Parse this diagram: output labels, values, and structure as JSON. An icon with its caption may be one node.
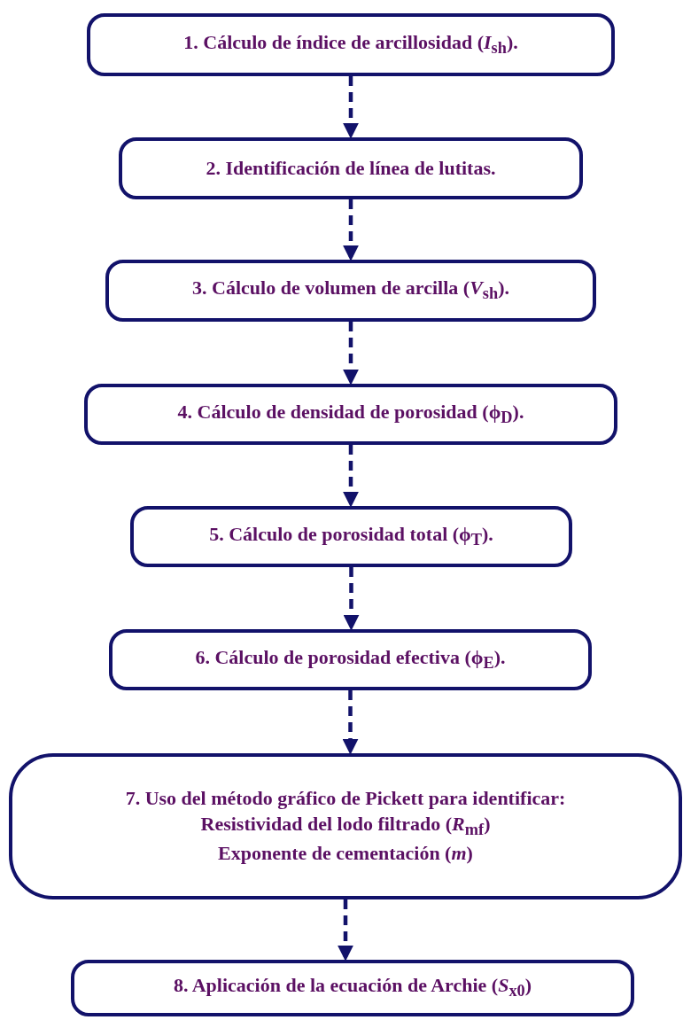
{
  "diagram": {
    "nodes": [
      {
        "text": [
          "1. Cálculo de índice de arcillosidad (*I*$_{sh}$)."
        ]
      },
      {
        "text": [
          "2. Identificación de línea de lutitas."
        ]
      },
      {
        "text": [
          "3. Cálculo de volumen de arcilla (*V*$_{sh}$)."
        ]
      },
      {
        "text": [
          "4. Cálculo de densidad de porosidad (ϕ$_{D}$)."
        ]
      },
      {
        "text": [
          "5. Cálculo de porosidad total (ϕ$_{T}$)."
        ]
      },
      {
        "text": [
          "6. Cálculo de porosidad efectiva (ϕ$_{E}$)."
        ]
      },
      {
        "text": [
          "7. Uso del método gráfico de Pickett para identificar:",
          "Resistividad del lodo filtrado (*R*$_{mf}$)",
          "Exponente de cementación (*m*)"
        ]
      },
      {
        "text": [
          "8. Aplicación de la ecuación de Archie (*S*$_{x0}$)"
        ]
      }
    ],
    "edges": [
      {
        "from": 0,
        "to": 1,
        "arrow": "to",
        "style": "dashed"
      },
      {
        "from": 1,
        "to": 2,
        "arrow": "to",
        "style": "dashed"
      },
      {
        "from": 2,
        "to": 3,
        "arrow": "to",
        "style": "dashed"
      },
      {
        "from": 3,
        "to": 4,
        "arrow": "to",
        "style": "dashed"
      },
      {
        "from": 4,
        "to": 5,
        "arrow": "to",
        "style": "dashed"
      },
      {
        "from": 5,
        "to": 6,
        "arrow": "to",
        "style": "dashed"
      },
      {
        "from": 6,
        "to": 7,
        "arrow": "to",
        "style": "dashed"
      }
    ]
  }
}
